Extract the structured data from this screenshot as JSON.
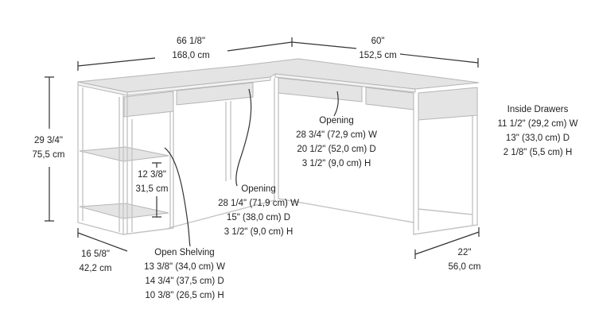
{
  "overall_width": {
    "imperial": "66 1/8\"",
    "metric": "168,0 cm"
  },
  "return_width": {
    "imperial": "60\"",
    "metric": "152,5 cm"
  },
  "height": {
    "imperial": "29 3/4\"",
    "metric": "75,5 cm"
  },
  "left_depth": {
    "imperial": "16 5/8\"",
    "metric": "42,2 cm"
  },
  "right_depth": {
    "imperial": "22\"",
    "metric": "56,0 cm"
  },
  "shelf_spacing": {
    "imperial": "12 3/8\"",
    "metric": "31,5 cm"
  },
  "inside_drawers": {
    "title": "Inside Drawers",
    "w": "11 1/2\" (29,2 cm) W",
    "d": "13\" (33,0 cm) D",
    "h": "2 1/8\" (5,5 cm) H"
  },
  "opening_right": {
    "title": "Opening",
    "w": "28 3/4\" (72,9 cm) W",
    "d": "20 1/2\" (52,0 cm) D",
    "h": "3 1/2\" (9,0 cm) H"
  },
  "opening_left": {
    "title": "Opening",
    "w": "28 1/4\" (71,9 cm) W",
    "d": "15\" (38,0 cm) D",
    "h": "3 1/2\" (9,0 cm) H"
  },
  "open_shelving": {
    "title": "Open Shelving",
    "w": "13 3/8\" (34,0 cm) W",
    "d": "14 3/4\" (37,5 cm) D",
    "h": "10 3/8\" (26,5 cm) H"
  }
}
